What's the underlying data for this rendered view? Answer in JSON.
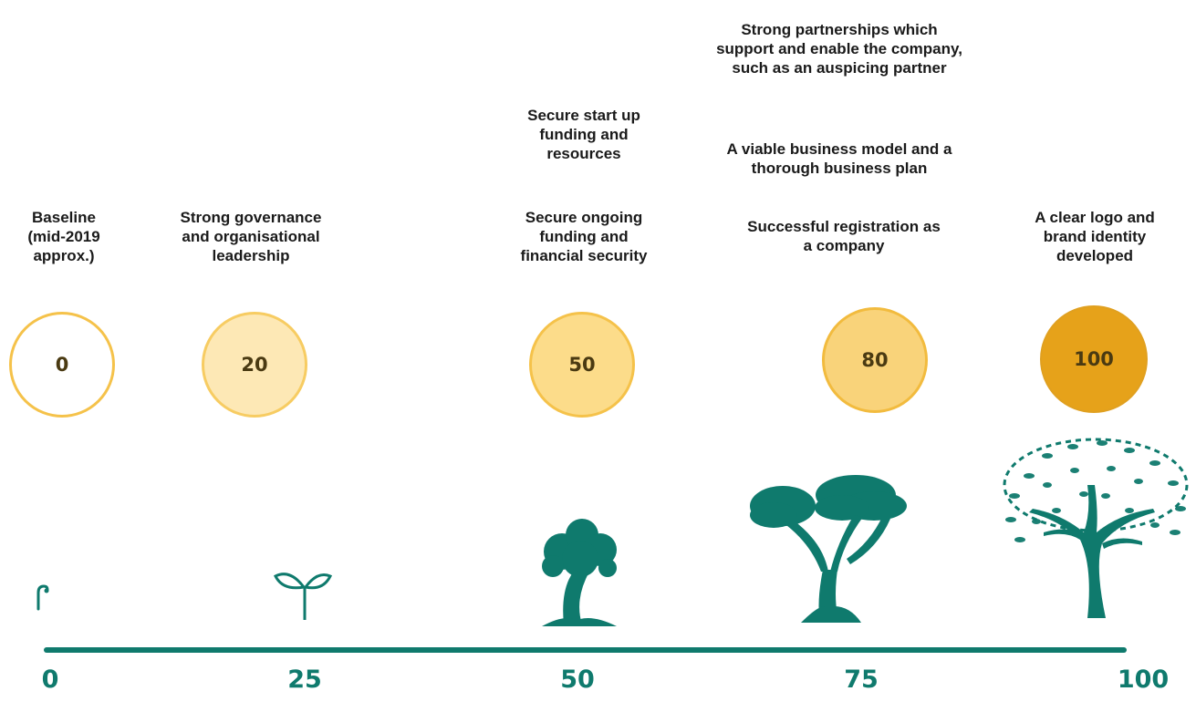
{
  "labels": {
    "baseline": "Baseline\n(mid-2019\napprox.)",
    "governance": "Strong governance\nand organisational\nleadership",
    "startup_funding": "Secure start up\nfunding and\nresources",
    "ongoing_funding": "Secure ongoing\nfunding and\nfinancial security",
    "partnerships": "Strong partnerships which\nsupport and enable the company,\nsuch as an auspicing partner",
    "business_model": "A viable business model and a\nthorough business plan",
    "registration": "Successful registration as\na company",
    "brand": "A clear logo and\nbrand identity\ndeveloped"
  },
  "milestones": [
    {
      "value": "0",
      "fill": "#ffffff",
      "border": "#f5c24a"
    },
    {
      "value": "20",
      "fill": "#fde8b5",
      "border": "#f7cc62"
    },
    {
      "value": "50",
      "fill": "#fcdc8a",
      "border": "#f5c24a"
    },
    {
      "value": "80",
      "fill": "#f9d37a",
      "border": "#f2bb3e"
    },
    {
      "value": "100",
      "fill": "#e6a21a",
      "border": "#e0a020"
    }
  ],
  "scale": [
    "0",
    "25",
    "50",
    "75",
    "100"
  ],
  "colors": {
    "teal": "#0f7a6d",
    "accent": "#f5c24a"
  }
}
